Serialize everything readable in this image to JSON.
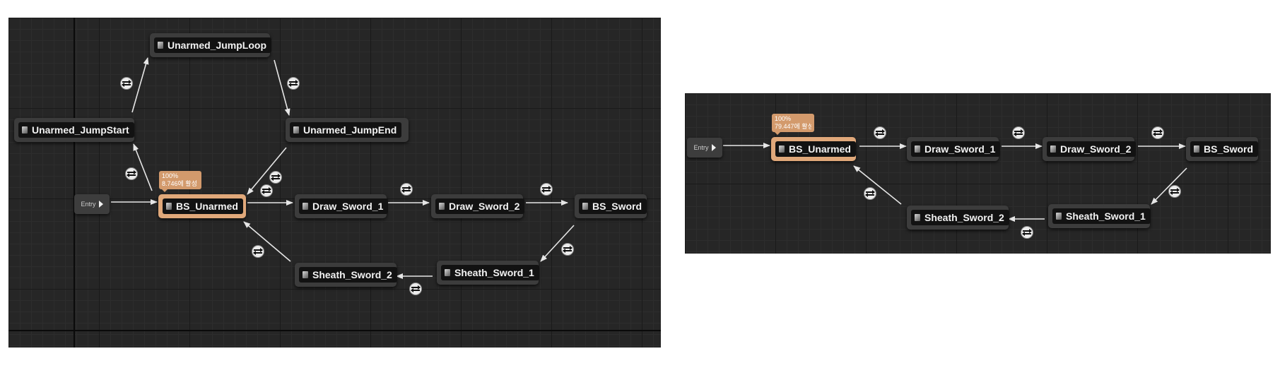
{
  "left_graph": {
    "entry_label": "Entry",
    "nodes": {
      "jump_loop": "Unarmed_JumpLoop",
      "jump_start": "Unarmed_JumpStart",
      "jump_end": "Unarmed_JumpEnd",
      "bs_unarmed": "BS_Unarmed",
      "draw_sword_1": "Draw_Sword_1",
      "draw_sword_2": "Draw_Sword_2",
      "bs_sword": "BS_Sword",
      "sheath_sword_1": "Sheath_Sword_1",
      "sheath_sword_2": "Sheath_Sword_2"
    },
    "active_node": "bs_unarmed",
    "active_tooltip": {
      "weight": "100%",
      "time": "8.746에 활성"
    }
  },
  "right_graph": {
    "entry_label": "Entry",
    "nodes": {
      "bs_unarmed": "BS_Unarmed",
      "draw_sword_1": "Draw_Sword_1",
      "draw_sword_2": "Draw_Sword_2",
      "bs_sword": "BS_Sword",
      "sheath_sword_1": "Sheath_Sword_1",
      "sheath_sword_2": "Sheath_Sword_2"
    },
    "active_node": "bs_unarmed",
    "active_tooltip": {
      "weight": "100%",
      "time": "79.447에 활성"
    }
  },
  "icons": {
    "state": "state-node-icon",
    "transition": "transition-rule-icon",
    "entry": "entry-arrow-icon"
  },
  "colors": {
    "canvas_background": "#262626",
    "node_background": "#3c3c3c",
    "active_node": "#e0a87a",
    "tooltip": "#d39a6c",
    "wire": "#e6e6e6"
  }
}
